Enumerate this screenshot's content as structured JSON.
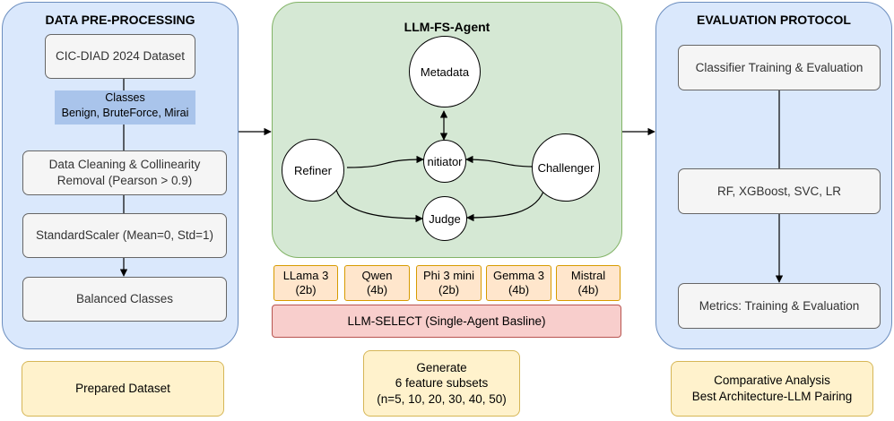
{
  "preprocessing": {
    "title": "DATA PRE-PROCESSING",
    "dataset": "CIC-DIAD 2024 Dataset",
    "classes_title": "Classes",
    "classes_list": "Benign, BruteForce, Mirai",
    "cleaning_line1": "Data Cleaning & Collinearity",
    "cleaning_line2": "Removal (Pearson > 0.9)",
    "scaler": "StandardScaler (Mean=0, Std=1)",
    "balanced": "Balanced Classes",
    "output": "Prepared Dataset"
  },
  "agent": {
    "title": "LLM-FS-Agent",
    "nodes": {
      "metadata": "Metadata",
      "initiator": "nitiator",
      "refiner": "Refiner",
      "challenger": "Challenger",
      "judge": "Judge"
    },
    "models": [
      {
        "name": "LLama 3",
        "size": "(2b)"
      },
      {
        "name": "Qwen",
        "size": "(4b)"
      },
      {
        "name": "Phi 3 mini",
        "size": "(2b)"
      },
      {
        "name": "Gemma 3",
        "size": "(4b)"
      },
      {
        "name": "Mistral",
        "size": "(4b)"
      }
    ],
    "baseline": "LLM-SELECT (Single-Agent Basline)",
    "output_line1": "Generate",
    "output_line2": "6 feature subsets",
    "output_line3": "(n=5, 10, 20, 30, 40, 50)"
  },
  "evaluation": {
    "title": "EVALUATION PROTOCOL",
    "training": "Classifier Training & Evaluation",
    "classifiers": "RF, XGBoost, SVC, LR",
    "metrics": "Metrics: Training & Evaluation",
    "output_line1": "Comparative Analysis",
    "output_line2": "Best Architecture-LLM Pairing"
  }
}
